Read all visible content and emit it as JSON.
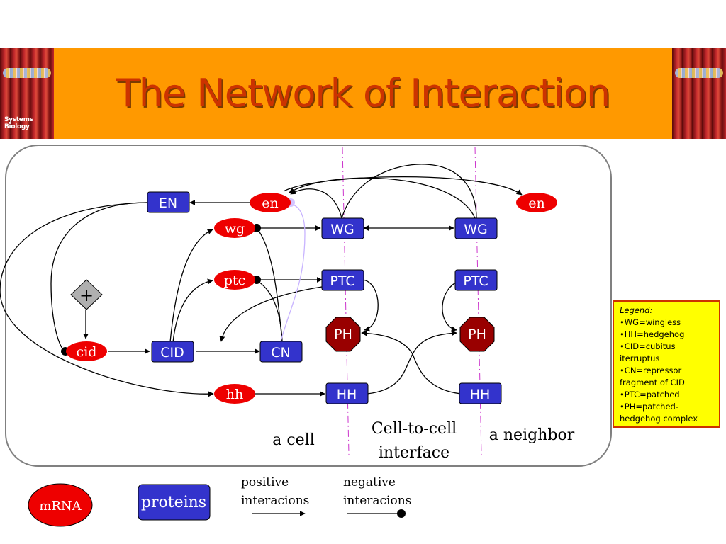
{
  "header": {
    "title": "The Network of Interaction",
    "logo_text": "Systems Biology"
  },
  "colors": {
    "header_bg": "#ff9900",
    "title": "#cc3300",
    "mrna": "#ee0000",
    "protein": "#3333cc",
    "ph": "#990000",
    "legend_bg": "#ffff00"
  },
  "diagram": {
    "mrna_nodes": [
      {
        "id": "en_cell",
        "label": "en"
      },
      {
        "id": "wg_m",
        "label": "wg"
      },
      {
        "id": "ptc_m",
        "label": "ptc"
      },
      {
        "id": "cid_m",
        "label": "cid"
      },
      {
        "id": "hh_m",
        "label": "hh"
      },
      {
        "id": "en_nb",
        "label": "en"
      }
    ],
    "protein_nodes": [
      {
        "id": "EN",
        "label": "EN"
      },
      {
        "id": "WG1",
        "label": "WG"
      },
      {
        "id": "WG2",
        "label": "WG"
      },
      {
        "id": "PTC1",
        "label": "PTC"
      },
      {
        "id": "PTC2",
        "label": "PTC"
      },
      {
        "id": "CID",
        "label": "CID"
      },
      {
        "id": "CN",
        "label": "CN"
      },
      {
        "id": "HH1",
        "label": "HH"
      },
      {
        "id": "HH2",
        "label": "HH"
      }
    ],
    "complex_nodes": [
      {
        "id": "PH1",
        "label": "PH"
      },
      {
        "id": "PH2",
        "label": "PH"
      }
    ],
    "plus_label": "+",
    "region_labels": {
      "cell": "a cell",
      "interface_line1": "Cell-to-cell",
      "interface_line2": "interface",
      "neighbor": "a neighbor"
    }
  },
  "key": {
    "mrna": "mRNA",
    "proteins": "proteins",
    "positive_line1": "positive",
    "positive_line2": "interacions",
    "negative_line1": "negative",
    "negative_line2": "interacions"
  },
  "legend": {
    "heading": "Legend:",
    "items": [
      "•WG=wingless",
      "•HH=hedgehog",
      "•CID=cubitus iterruptus",
      "•CN=repressor fragment of CID",
      "•PTC=patched",
      "•PH=patched-hedgehog complex"
    ]
  }
}
